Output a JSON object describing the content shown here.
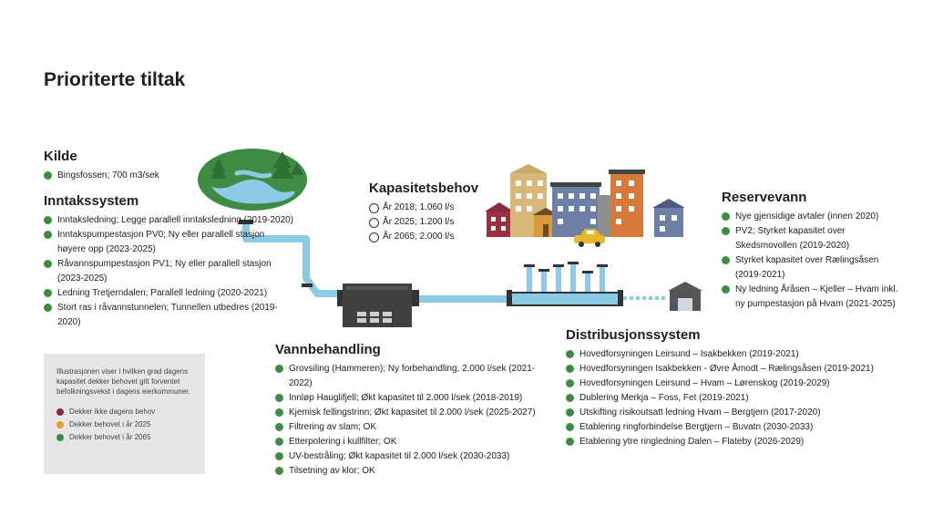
{
  "title": "Prioriterte tiltak",
  "kilde": {
    "title": "Kilde",
    "items": [
      {
        "text": "Bingsfossen; 700 m3/sek",
        "status": "green"
      }
    ]
  },
  "inntakssystem": {
    "title": "Inntakssystem",
    "items": [
      {
        "text": "Inntaksledning; Legge parallell inntaksledning (2019-2020)",
        "status": "green"
      },
      {
        "text": "Inntakspumpestasjon PV0; Ny eller parallell stasjon høyere opp (2023-2025)",
        "status": "green"
      },
      {
        "text": "Råvannspumpestasjon PV1; Ny eller parallell stasjon (2023-2025)",
        "status": "green"
      },
      {
        "text": "Ledning Tretjerndalen; Parallell ledning (2020-2021)",
        "status": "green"
      },
      {
        "text": "Stort ras i råvannstunnelen; Tunnellen utbedres (2019-2020)",
        "status": "green"
      }
    ]
  },
  "kapasitetsbehov": {
    "title": "Kapasitetsbehov",
    "items": [
      {
        "text": "År 2018; 1.060 l/s"
      },
      {
        "text": "År 2025; 1.200 l/s"
      },
      {
        "text": "År 2065; 2.000 l/s"
      }
    ]
  },
  "reservevann": {
    "title": "Reservevann",
    "items": [
      {
        "text": "Nye gjensidige avtaler (innen 2020)",
        "status": "green"
      },
      {
        "text": "PV2; Styrket kapasitet over Skedsmovollen (2019-2020)",
        "status": "green"
      },
      {
        "text": "Styrket kapasitet over Rælingsåsen (2019-2021)",
        "status": "green"
      },
      {
        "text": "Ny ledning Åråsen – Kjeller – Hvam inkl. ny pumpestasjon på Hvam (2021-2025)",
        "status": "green"
      }
    ]
  },
  "vannbehandling": {
    "title": "Vannbehandling",
    "items": [
      {
        "text": "Grovsiling (Hammeren); Ny forbehandling, 2.000 l/sek (2021-2022)",
        "status": "green"
      },
      {
        "text": "Innløp Hauglifjell; Økt kapasitet til 2.000 l/sek (2018-2019)",
        "status": "green"
      },
      {
        "text": "Kjemisk fellingstrinn; Økt kapasitet til 2.000 l/sek (2025-2027)",
        "status": "green"
      },
      {
        "text": "Filtrering av slam; OK",
        "status": "green"
      },
      {
        "text": "Etterpolering i kullfilter; OK",
        "status": "green"
      },
      {
        "text": "UV-bestråling; Økt kapasitet til 2.000 l/sek (2030-2033)",
        "status": "green"
      },
      {
        "text": "Tilsetning av klor; OK",
        "status": "green"
      }
    ]
  },
  "distribusjonssystem": {
    "title": "Distribusjonssystem",
    "items": [
      {
        "text": "Hovedforsyningen Leirsund – Isakbekken (2019-2021)",
        "status": "green"
      },
      {
        "text": "Hovedforsyningen Isakbekken - Øvre Åmodt – Rælingsåsen (2019-2021)",
        "status": "green"
      },
      {
        "text": "Hovedforsyningen Leirsund – Hvam – Lørenskog (2019-2029)",
        "status": "green"
      },
      {
        "text": "Dublering Merkja – Foss, Fet (2019-2021)",
        "status": "green"
      },
      {
        "text": "Utskifting risikoutsatt ledning Hvam – Bergtjern (2017-2020)",
        "status": "green"
      },
      {
        "text": "Etablering ringforbindelse Bergtjern – Buvatn (2030-2033)",
        "status": "green"
      },
      {
        "text": "Etablering ytre ringledning Dalen – Flateby (2026-2029)",
        "status": "green"
      }
    ]
  },
  "legend": {
    "description": "Illustrasjonen viser i hvilken grad dagens kapasitet dekker behovet gitt forventet befolkningsvekst i dagens eierkommuner.",
    "entries": [
      {
        "label": "Dekker ikke dagens behov",
        "color": "#8b2a3d"
      },
      {
        "label": "Dekker behovet i år 2025",
        "color": "#e3a329"
      },
      {
        "label": "Dekker behovet i år 2065",
        "color": "#3e8c43"
      }
    ]
  },
  "colors": {
    "green": "#3e8c43",
    "yellow": "#e3a329",
    "red": "#8b2a3d",
    "pipe": "#8ccbe6",
    "dark": "#3a3a3a"
  }
}
